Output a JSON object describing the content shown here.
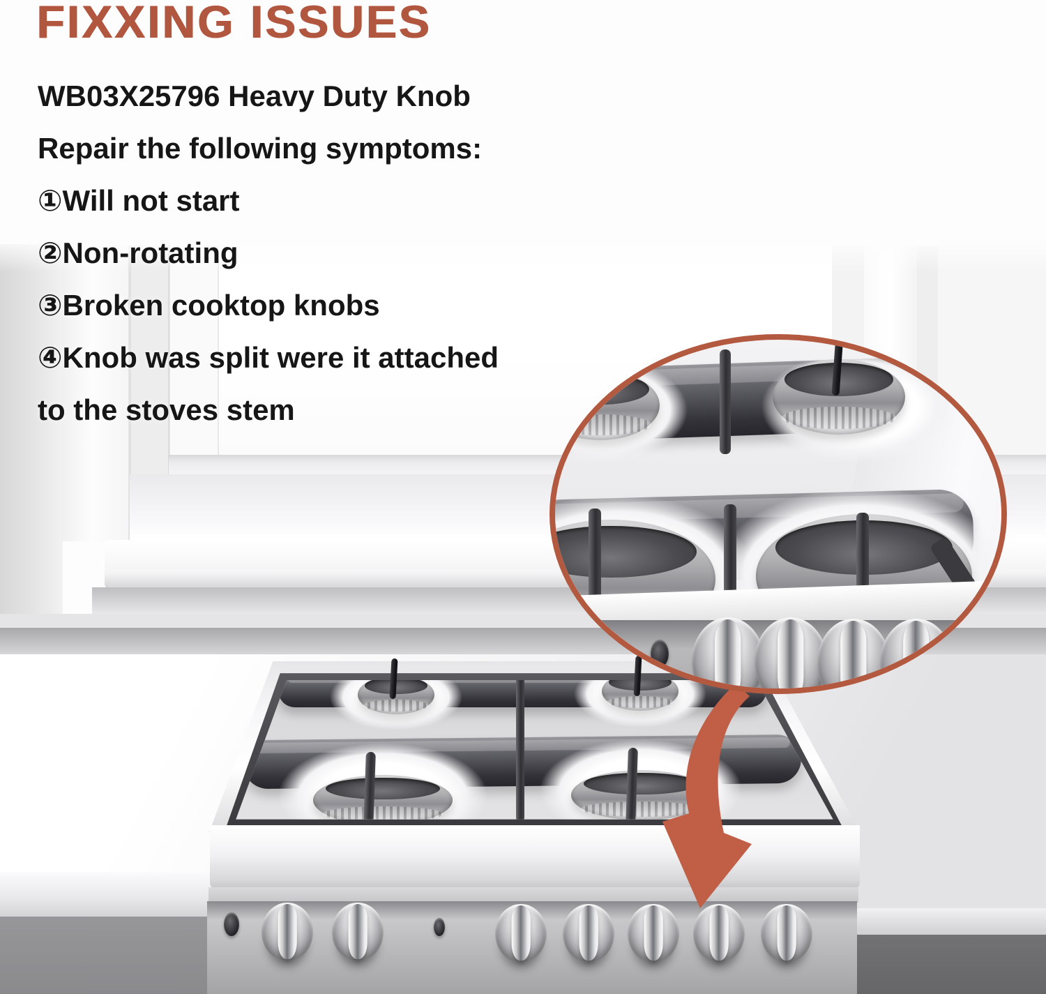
{
  "title": {
    "text": "FIXXING ISSUES"
  },
  "body": {
    "lines": [
      "WB03X25796 Heavy Duty Knob",
      "Repair the following symptoms:",
      "①Will not start",
      "②Non-rotating",
      "③Broken cooktop knobs",
      "④Knob was split were it attached",
      "to the stoves stem"
    ]
  },
  "colors": {
    "title_red": "#b2573f",
    "magnifier_border": "#b2593f",
    "arrow_red": "#c05f46",
    "body_text": "#161616"
  },
  "icons": {
    "curved_arrow": "curved-down-arrow",
    "magnifier": "magnifier-circle"
  }
}
